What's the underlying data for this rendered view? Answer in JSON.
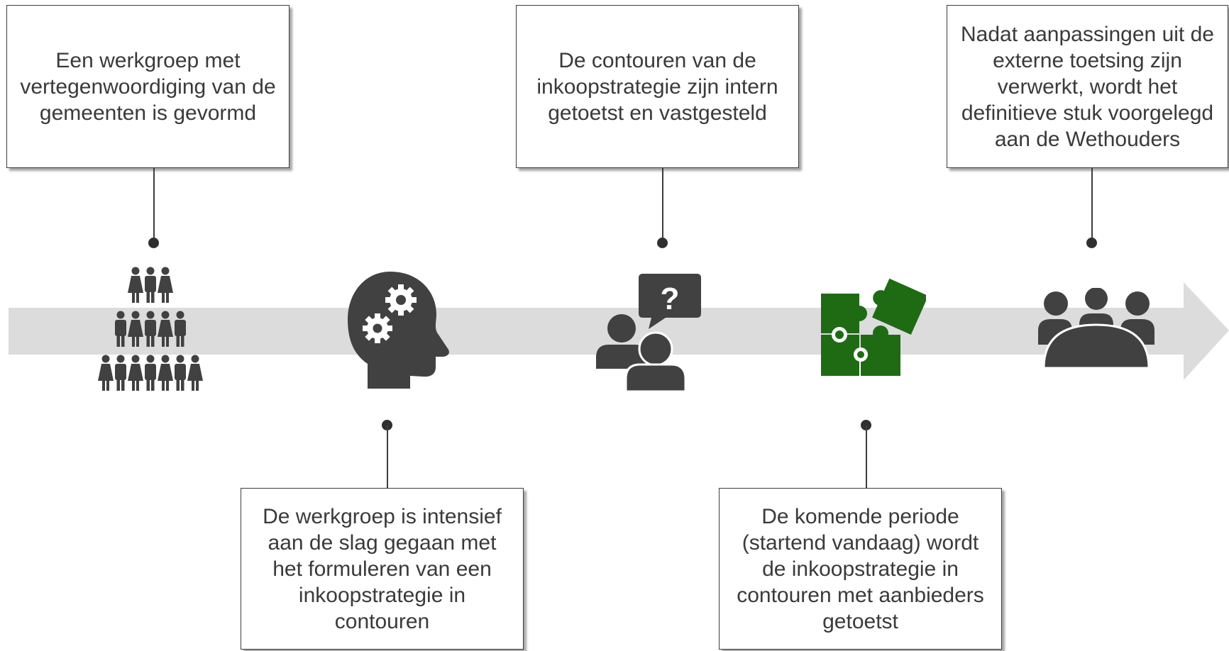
{
  "diagram": {
    "colors": {
      "arrow": "#dcdcdc",
      "icon": "#414141",
      "puzzle": "#1e6b14",
      "box_border": "#3d3d3d",
      "text": "#3a3a3a"
    },
    "milestones": [
      {
        "text": "Een werkgroep met vertegenwoordiging van de gemeenten is gevormd",
        "icon": "people-pyramid-icon",
        "position": "top"
      },
      {
        "text": "De werkgroep is intensief aan de slag gegaan met het formuleren van een inkoopstrategie in contouren",
        "icon": "head-gears-icon",
        "position": "bottom"
      },
      {
        "text": "De contouren van de inkoopstrategie zijn intern getoetst en vastgesteld",
        "icon": "question-discussion-icon",
        "position": "top"
      },
      {
        "text": "De komende periode (startend vandaag) wordt de inkoopstrategie in contouren met aanbieders getoetst",
        "icon": "puzzle-icon",
        "position": "bottom"
      },
      {
        "text": "Nadat aanpassingen uit de externe toetsing zijn verwerkt, wordt het definitieve stuk voorgelegd aan de Wethouders",
        "icon": "meeting-table-icon",
        "position": "top"
      }
    ]
  }
}
